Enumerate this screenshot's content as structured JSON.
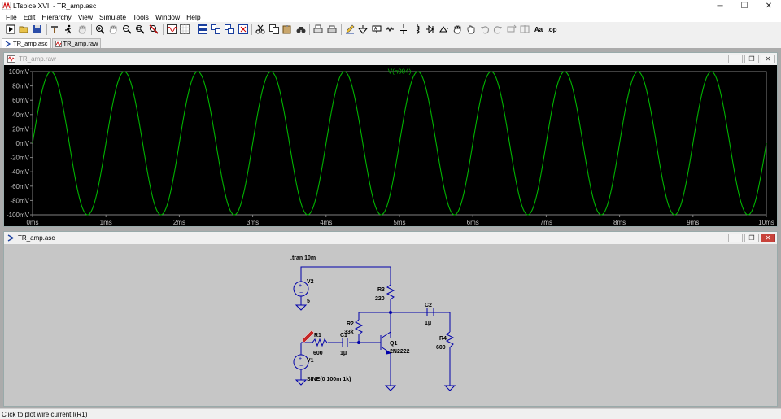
{
  "window": {
    "title": "LTspice XVII - TR_amp.asc",
    "minimize": "─",
    "maximize": "☐",
    "close": "✕"
  },
  "menu": [
    "File",
    "Edit",
    "Hierarchy",
    "View",
    "Simulate",
    "Tools",
    "Window",
    "Help"
  ],
  "toolbar": {
    "aa_label": "Aa",
    "op_label": ".op"
  },
  "doc_tabs": [
    {
      "label": "TR_amp.asc",
      "active": true
    },
    {
      "label": "TR_amp.raw",
      "active": false
    }
  ],
  "plot_window": {
    "title": "TR_amp.raw",
    "trace_label": "V(n004)",
    "trace_color": "#00b400",
    "y_ticks": [
      "100mV",
      "80mV",
      "60mV",
      "40mV",
      "20mV",
      "0mV",
      "-20mV",
      "-40mV",
      "-60mV",
      "-80mV",
      "-100mV"
    ],
    "x_ticks": [
      "0ms",
      "1ms",
      "2ms",
      "3ms",
      "4ms",
      "5ms",
      "6ms",
      "7ms",
      "8ms",
      "9ms",
      "10ms"
    ]
  },
  "chart_data": {
    "type": "line",
    "series": [
      {
        "name": "V(n004)",
        "function": "sine",
        "amplitude_mV": 100,
        "offset_mV": 0,
        "frequency_kHz": 1
      }
    ],
    "x_range_ms": [
      0,
      10
    ],
    "y_range_mV": [
      -100,
      100
    ],
    "grid": false
  },
  "schematic_window": {
    "title": "TR_amp.asc",
    "directive": ".tran 10m",
    "components": {
      "V2": {
        "name": "V2",
        "value": "5"
      },
      "R3": {
        "name": "R3",
        "value": "220"
      },
      "R2": {
        "name": "R2",
        "value": "33k"
      },
      "C2": {
        "name": "C2",
        "value": "1μ"
      },
      "R1": {
        "name": "R1",
        "value": "600"
      },
      "C1": {
        "name": "C1",
        "value": "1μ"
      },
      "Q1": {
        "name": "Q1",
        "value": "2N2222"
      },
      "R4": {
        "name": "R4",
        "value": "600"
      },
      "V1": {
        "name": "V1",
        "value": "SINE(0 100m 1k)"
      }
    },
    "wire_color": "#0000aa",
    "component_color": "#0000aa",
    "label_color": "#000000"
  },
  "status": {
    "text": "Click to plot wire current I(R1)"
  }
}
